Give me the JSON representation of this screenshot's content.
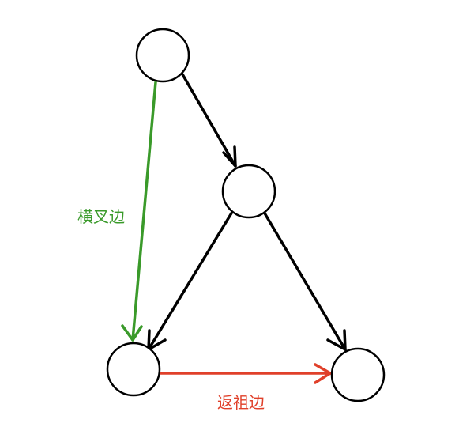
{
  "colors": {
    "tree_edge": "#000000",
    "cross_edge": "#3a9a2a",
    "back_edge": "#e0402a"
  },
  "nodes": [
    {
      "id": "n1",
      "label": ""
    },
    {
      "id": "n2",
      "label": ""
    },
    {
      "id": "n3",
      "label": ""
    },
    {
      "id": "n4",
      "label": ""
    }
  ],
  "edges": [
    {
      "id": "e1",
      "from": "n1",
      "to": "n2",
      "kind": "tree_edge",
      "label": ""
    },
    {
      "id": "e2",
      "from": "n2",
      "to": "n3",
      "kind": "tree_edge",
      "label": ""
    },
    {
      "id": "e3",
      "from": "n2",
      "to": "n4",
      "kind": "tree_edge",
      "label": ""
    },
    {
      "id": "e4",
      "from": "n1",
      "to": "n3",
      "kind": "cross_edge",
      "label": "横叉边"
    },
    {
      "id": "e5",
      "from": "n3",
      "to": "n4",
      "kind": "back_edge",
      "label": "返祖边"
    }
  ]
}
